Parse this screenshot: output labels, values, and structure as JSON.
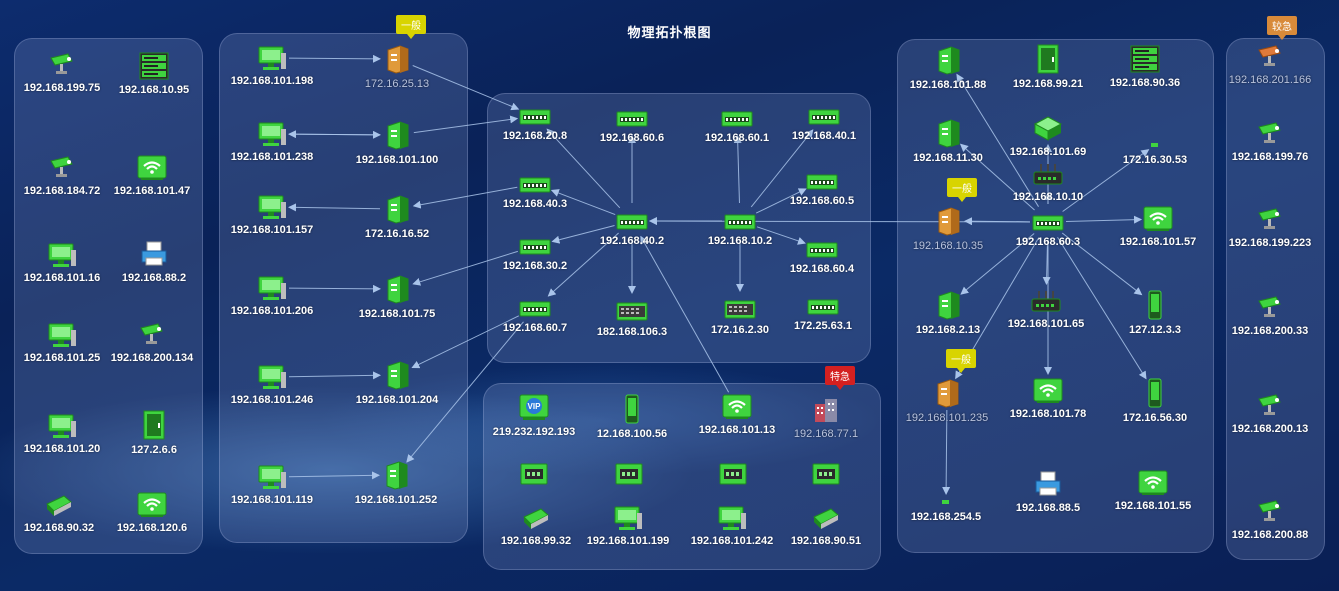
{
  "title": "物理拓扑根图",
  "badges": [
    {
      "id": "b1",
      "text": "一般",
      "color": "#d8d400"
    },
    {
      "id": "b2",
      "text": "较急",
      "color": "#d88a3a"
    },
    {
      "id": "b3",
      "text": "一般",
      "color": "#d8d400"
    },
    {
      "id": "b4",
      "text": "一般",
      "color": "#d8d400"
    },
    {
      "id": "b5",
      "text": "特急",
      "color": "#d42020"
    }
  ],
  "nodes": [
    {
      "id": "n1",
      "label": "192.168.199.75",
      "icon": "camera"
    },
    {
      "id": "n2",
      "label": "192.168.10.95",
      "icon": "rack"
    },
    {
      "id": "n3",
      "label": "192.168.184.72",
      "icon": "camera"
    },
    {
      "id": "n4",
      "label": "192.168.101.47",
      "icon": "wifi"
    },
    {
      "id": "n5",
      "label": "192.168.101.16",
      "icon": "pc"
    },
    {
      "id": "n6",
      "label": "192.168.88.2",
      "icon": "printer"
    },
    {
      "id": "n7",
      "label": "192.168.101.25",
      "icon": "pc"
    },
    {
      "id": "n8",
      "label": "192.168.200.134",
      "icon": "camera"
    },
    {
      "id": "n9",
      "label": "192.168.101.20",
      "icon": "pc"
    },
    {
      "id": "n10",
      "label": "127.2.6.6",
      "icon": "cabinet"
    },
    {
      "id": "n11",
      "label": "192.168.90.32",
      "icon": "scanner"
    },
    {
      "id": "n12",
      "label": "192.168.120.6",
      "icon": "wifi"
    },
    {
      "id": "n13",
      "label": "192.168.101.198",
      "icon": "pc"
    },
    {
      "id": "n14",
      "label": "172.16.25.13",
      "icon": "server-orange",
      "dim": true
    },
    {
      "id": "n15",
      "label": "192.168.101.238",
      "icon": "pc"
    },
    {
      "id": "n16",
      "label": "192.168.101.100",
      "icon": "server"
    },
    {
      "id": "n17",
      "label": "192.168.101.157",
      "icon": "pc"
    },
    {
      "id": "n18",
      "label": "172.16.16.52",
      "icon": "server"
    },
    {
      "id": "n19",
      "label": "192.168.101.206",
      "icon": "pc"
    },
    {
      "id": "n20",
      "label": "192.168.101.75",
      "icon": "server"
    },
    {
      "id": "n21",
      "label": "192.168.101.246",
      "icon": "pc"
    },
    {
      "id": "n22",
      "label": "192.168.101.204",
      "icon": "server"
    },
    {
      "id": "n23",
      "label": "192.168.101.119",
      "icon": "pc"
    },
    {
      "id": "n24",
      "label": "192.168.101.252",
      "icon": "server"
    },
    {
      "id": "n25",
      "label": "192.168.20.8",
      "icon": "switch"
    },
    {
      "id": "n26",
      "label": "192.168.60.6",
      "icon": "switch"
    },
    {
      "id": "n27",
      "label": "192.168.60.1",
      "icon": "switch"
    },
    {
      "id": "n28",
      "label": "192.168.40.1",
      "icon": "switch"
    },
    {
      "id": "n29",
      "label": "192.168.40.3",
      "icon": "switch"
    },
    {
      "id": "n30",
      "label": "192.168.60.5",
      "icon": "switch"
    },
    {
      "id": "n31",
      "label": "192.168.40.2",
      "icon": "switch"
    },
    {
      "id": "n32",
      "label": "192.168.10.2",
      "icon": "switch"
    },
    {
      "id": "n33",
      "label": "192.168.30.2",
      "icon": "switch"
    },
    {
      "id": "n34",
      "label": "192.168.60.4",
      "icon": "switch"
    },
    {
      "id": "n35",
      "label": "192.168.60.7",
      "icon": "switch"
    },
    {
      "id": "n36",
      "label": "182.168.106.3",
      "icon": "switch-gray"
    },
    {
      "id": "n37",
      "label": "172.16.2.30",
      "icon": "switch-gray"
    },
    {
      "id": "n38",
      "label": "172.25.63.1",
      "icon": "switch"
    },
    {
      "id": "n39",
      "label": "219.232.192.193",
      "icon": "vip"
    },
    {
      "id": "n40",
      "label": "12.168.100.56",
      "icon": "phone"
    },
    {
      "id": "n41",
      "label": "192.168.101.13",
      "icon": "wifi"
    },
    {
      "id": "n42",
      "label": "192.168.77.1",
      "icon": "building",
      "dim": true
    },
    {
      "id": "n43",
      "label": "",
      "icon": "fw"
    },
    {
      "id": "n44",
      "label": "",
      "icon": "fw"
    },
    {
      "id": "n45",
      "label": "",
      "icon": "fw"
    },
    {
      "id": "n46",
      "label": "",
      "icon": "fw"
    },
    {
      "id": "n47",
      "label": "192.168.99.32",
      "icon": "scanner"
    },
    {
      "id": "n48",
      "label": "192.168.101.199",
      "icon": "pc"
    },
    {
      "id": "n49",
      "label": "192.168.101.242",
      "icon": "pc"
    },
    {
      "id": "n50",
      "label": "192.168.90.51",
      "icon": "scanner"
    },
    {
      "id": "n51",
      "label": "192.168.101.88",
      "icon": "server"
    },
    {
      "id": "n52",
      "label": "192.168.99.21",
      "icon": "cabinet"
    },
    {
      "id": "n53",
      "label": "192.168.90.36",
      "icon": "rack"
    },
    {
      "id": "n54",
      "label": "192.168.11.30",
      "icon": "server"
    },
    {
      "id": "n55",
      "label": "192.168.101.69",
      "icon": "box"
    },
    {
      "id": "n56",
      "label": "172.16.30.53",
      "icon": "tiny"
    },
    {
      "id": "n57",
      "label": "192.168.10.10",
      "icon": "router"
    },
    {
      "id": "n58",
      "label": "192.168.10.35",
      "icon": "server-orange",
      "dim": true
    },
    {
      "id": "n59",
      "label": "192.168.60.3",
      "icon": "switch"
    },
    {
      "id": "n60",
      "label": "192.168.101.57",
      "icon": "wifi"
    },
    {
      "id": "n61",
      "label": "192.168.2.13",
      "icon": "server"
    },
    {
      "id": "n62",
      "label": "192.168.101.65",
      "icon": "router"
    },
    {
      "id": "n63",
      "label": "127.12.3.3",
      "icon": "phone"
    },
    {
      "id": "n64",
      "label": "192.168.101.235",
      "icon": "server-orange",
      "dim": true
    },
    {
      "id": "n65",
      "label": "192.168.101.78",
      "icon": "wifi"
    },
    {
      "id": "n66",
      "label": "172.16.56.30",
      "icon": "phone"
    },
    {
      "id": "n67",
      "label": "192.168.254.5",
      "icon": "tiny"
    },
    {
      "id": "n68",
      "label": "192.168.88.5",
      "icon": "printer"
    },
    {
      "id": "n69",
      "label": "192.168.101.55",
      "icon": "wifi"
    },
    {
      "id": "n70",
      "label": "192.168.201.166",
      "icon": "camera-orange",
      "dim": true
    },
    {
      "id": "n71",
      "label": "192.168.199.76",
      "icon": "camera"
    },
    {
      "id": "n72",
      "label": "192.168.199.223",
      "icon": "camera"
    },
    {
      "id": "n73",
      "label": "192.168.200.33",
      "icon": "camera"
    },
    {
      "id": "n74",
      "label": "192.168.200.13",
      "icon": "camera"
    },
    {
      "id": "n75",
      "label": "192.168.200.88",
      "icon": "camera"
    }
  ],
  "links": [
    [
      "n13",
      "n14"
    ],
    [
      "n15",
      "n16"
    ],
    [
      "n16",
      "n15"
    ],
    [
      "n18",
      "n17"
    ],
    [
      "n19",
      "n20"
    ],
    [
      "n21",
      "n22"
    ],
    [
      "n23",
      "n24"
    ],
    [
      "n14",
      "n25"
    ],
    [
      "n16",
      "n25"
    ],
    [
      "n29",
      "n18"
    ],
    [
      "n33",
      "n20"
    ],
    [
      "n35",
      "n22"
    ],
    [
      "n35",
      "n24"
    ],
    [
      "n31",
      "n25"
    ],
    [
      "n31",
      "n26"
    ],
    [
      "n31",
      "n29"
    ],
    [
      "n31",
      "n33"
    ],
    [
      "n31",
      "n35"
    ],
    [
      "n31",
      "n36"
    ],
    [
      "n41",
      "n31"
    ],
    [
      "n32",
      "n31"
    ],
    [
      "n32",
      "n27"
    ],
    [
      "n32",
      "n28"
    ],
    [
      "n32",
      "n30"
    ],
    [
      "n32",
      "n34"
    ],
    [
      "n32",
      "n37"
    ],
    [
      "n59",
      "n31"
    ],
    [
      "n59",
      "n51"
    ],
    [
      "n59",
      "n54"
    ],
    [
      "n59",
      "n55"
    ],
    [
      "n59",
      "n56"
    ],
    [
      "n59",
      "n57"
    ],
    [
      "n59",
      "n60"
    ],
    [
      "n59",
      "n62"
    ],
    [
      "n59",
      "n63"
    ],
    [
      "n59",
      "n64"
    ],
    [
      "n59",
      "n65"
    ],
    [
      "n59",
      "n66"
    ],
    [
      "n59",
      "n58"
    ],
    [
      "n59",
      "n61"
    ],
    [
      "n64",
      "n67"
    ]
  ]
}
